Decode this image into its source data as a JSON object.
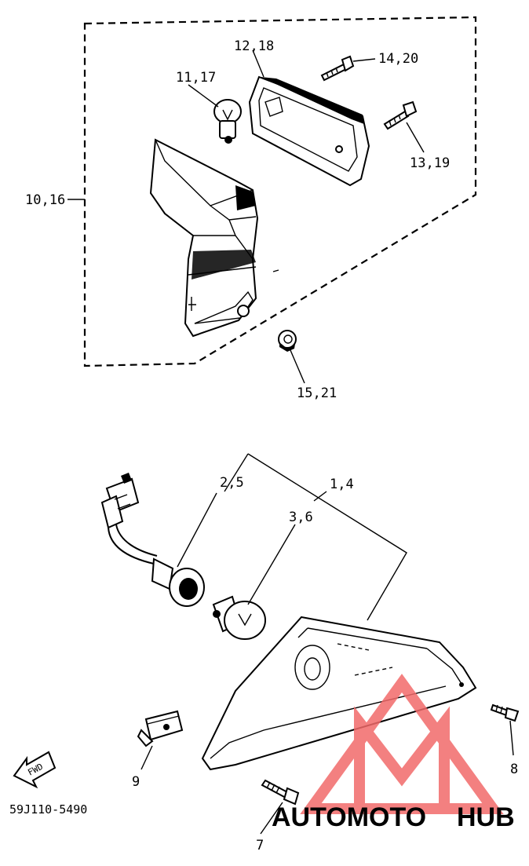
{
  "diagram_code": "59J110-5490",
  "direction_label": "FWD",
  "watermark": {
    "text_left": "AUTOMOTO",
    "text_right": "HUB",
    "color_left": "#f4c28a",
    "color_right": "#6b6b6b",
    "logo_color": "#f26a6a"
  },
  "callouts": {
    "front_lens_assy": "10,16",
    "front_bulb": "11,17",
    "front_lens": "12,18",
    "front_screw_a": "14,20",
    "front_screw_b": "13,19",
    "front_nut": "15,21",
    "rear_socket": "2,5",
    "rear_lamp_assy": "1,4",
    "rear_bulb": "3,6",
    "screw_7": "7",
    "screw_8": "8",
    "clip_9": "9"
  }
}
